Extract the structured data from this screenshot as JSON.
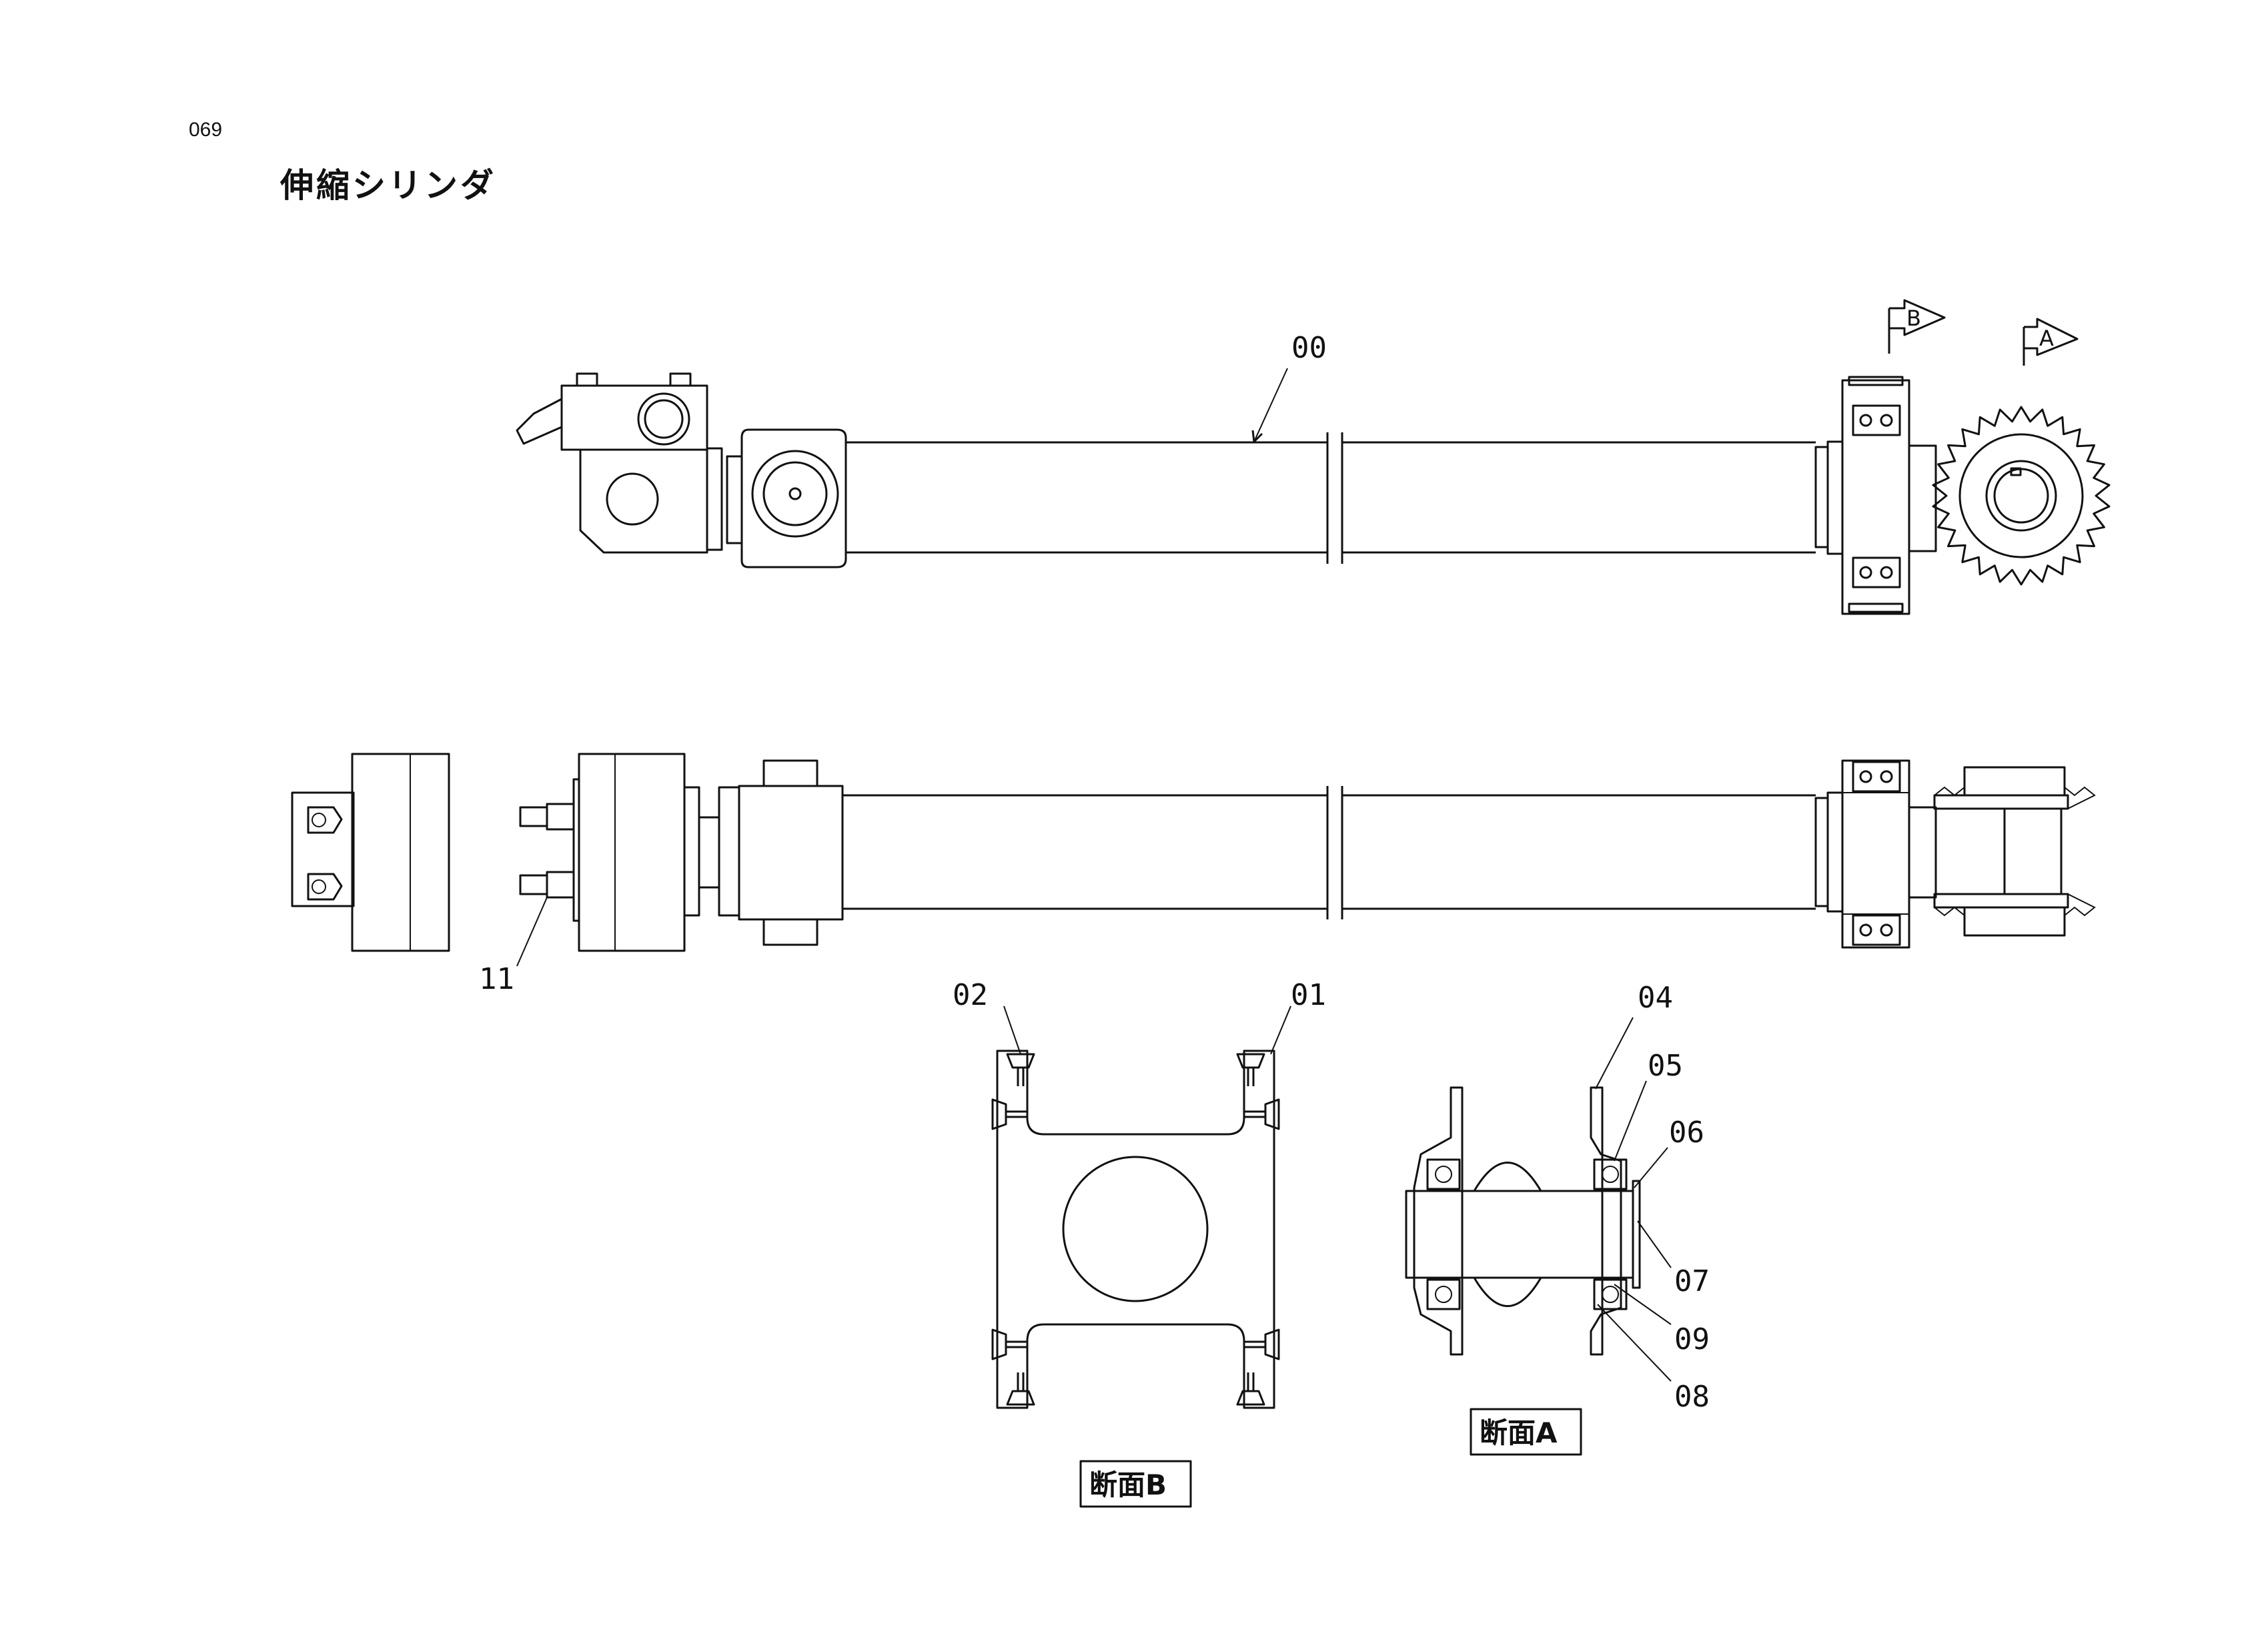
{
  "page_number": "069",
  "title": "伸縮シリンダ",
  "part_labels": [
    "00",
    "11",
    "02",
    "01",
    "04",
    "05",
    "06",
    "07",
    "09",
    "08"
  ],
  "section_markers": [
    "B",
    "A"
  ],
  "section_captions": [
    "断面B",
    "断面A"
  ]
}
